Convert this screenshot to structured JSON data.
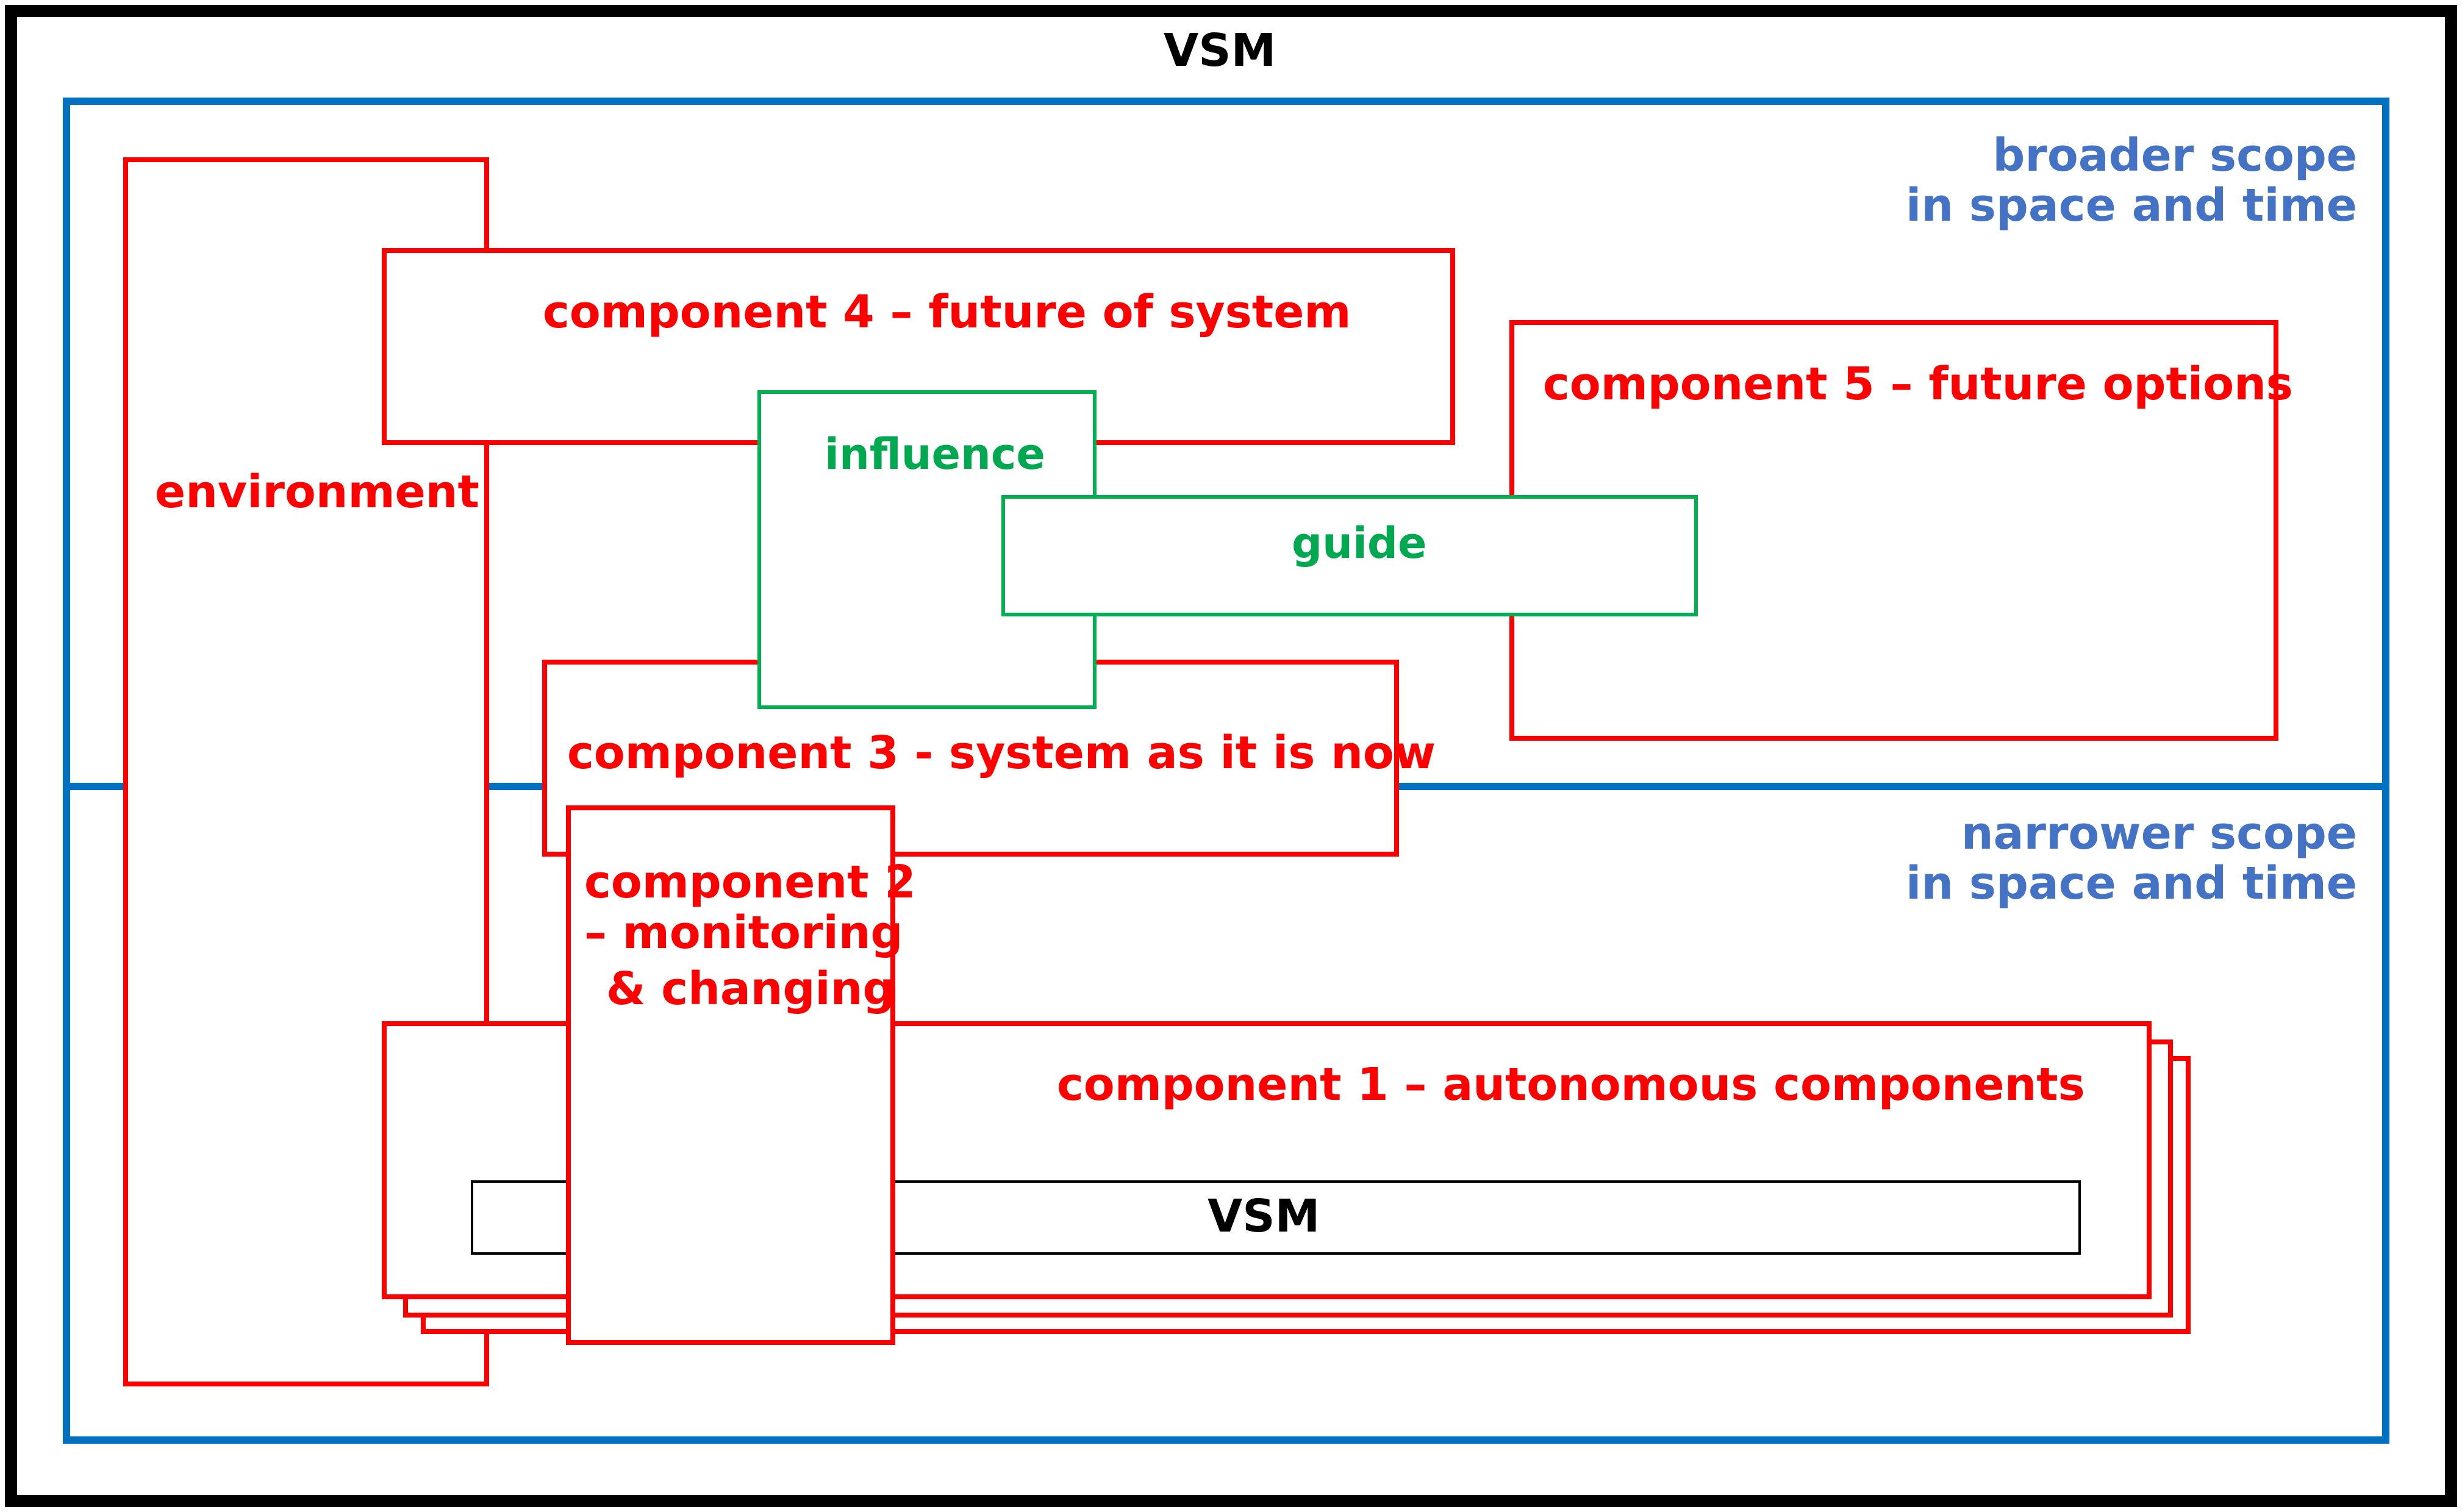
{
  "title": "VSM",
  "scope": {
    "broader": [
      "broader scope",
      "in space and time"
    ],
    "narrower": [
      "narrower scope",
      "in space and time"
    ]
  },
  "environment": {
    "label": "environment"
  },
  "component4": {
    "label": "component 4 – future of system"
  },
  "component5": {
    "label": "component 5 – future options"
  },
  "component3": {
    "label": "component 3 -  system as it is now"
  },
  "component2": {
    "label": [
      "component 2",
      "– monitoring",
      "& changing"
    ]
  },
  "component1": {
    "label": "component 1 – autonomous components",
    "inner": "VSM"
  },
  "influence": {
    "label": "influence"
  },
  "guide": {
    "label": "guide"
  },
  "colors": {
    "component": "#ff0000",
    "relation": "#00b050",
    "scope": "#0070c0",
    "scope_text": "#4472c4",
    "frame": "#000000"
  }
}
